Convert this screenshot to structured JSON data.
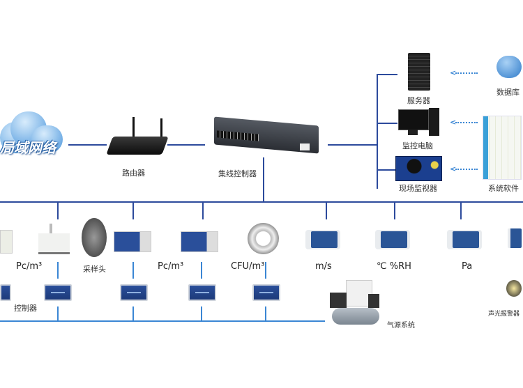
{
  "network": {
    "lan_label": "局域网络",
    "router_label": "路由器",
    "hub_label": "集线控制器"
  },
  "servers": {
    "server_label": "服务器",
    "monitor_pc_label": "监控电脑",
    "site_monitor_label": "现场监视器",
    "database_label": "数据库",
    "software_label": "系统软件"
  },
  "devices": {
    "units": [
      "Pc/m³",
      "采样头",
      "Pc/m³",
      "CFU/m³",
      "m/s",
      "℃  %RH",
      "Pa"
    ],
    "controller_label": "控制器",
    "air_source_label": "气源系统",
    "alarm_label": "声光报警器"
  },
  "colors": {
    "main_bus": "#2c4a9c",
    "sub_bus": "#3a86d4"
  }
}
